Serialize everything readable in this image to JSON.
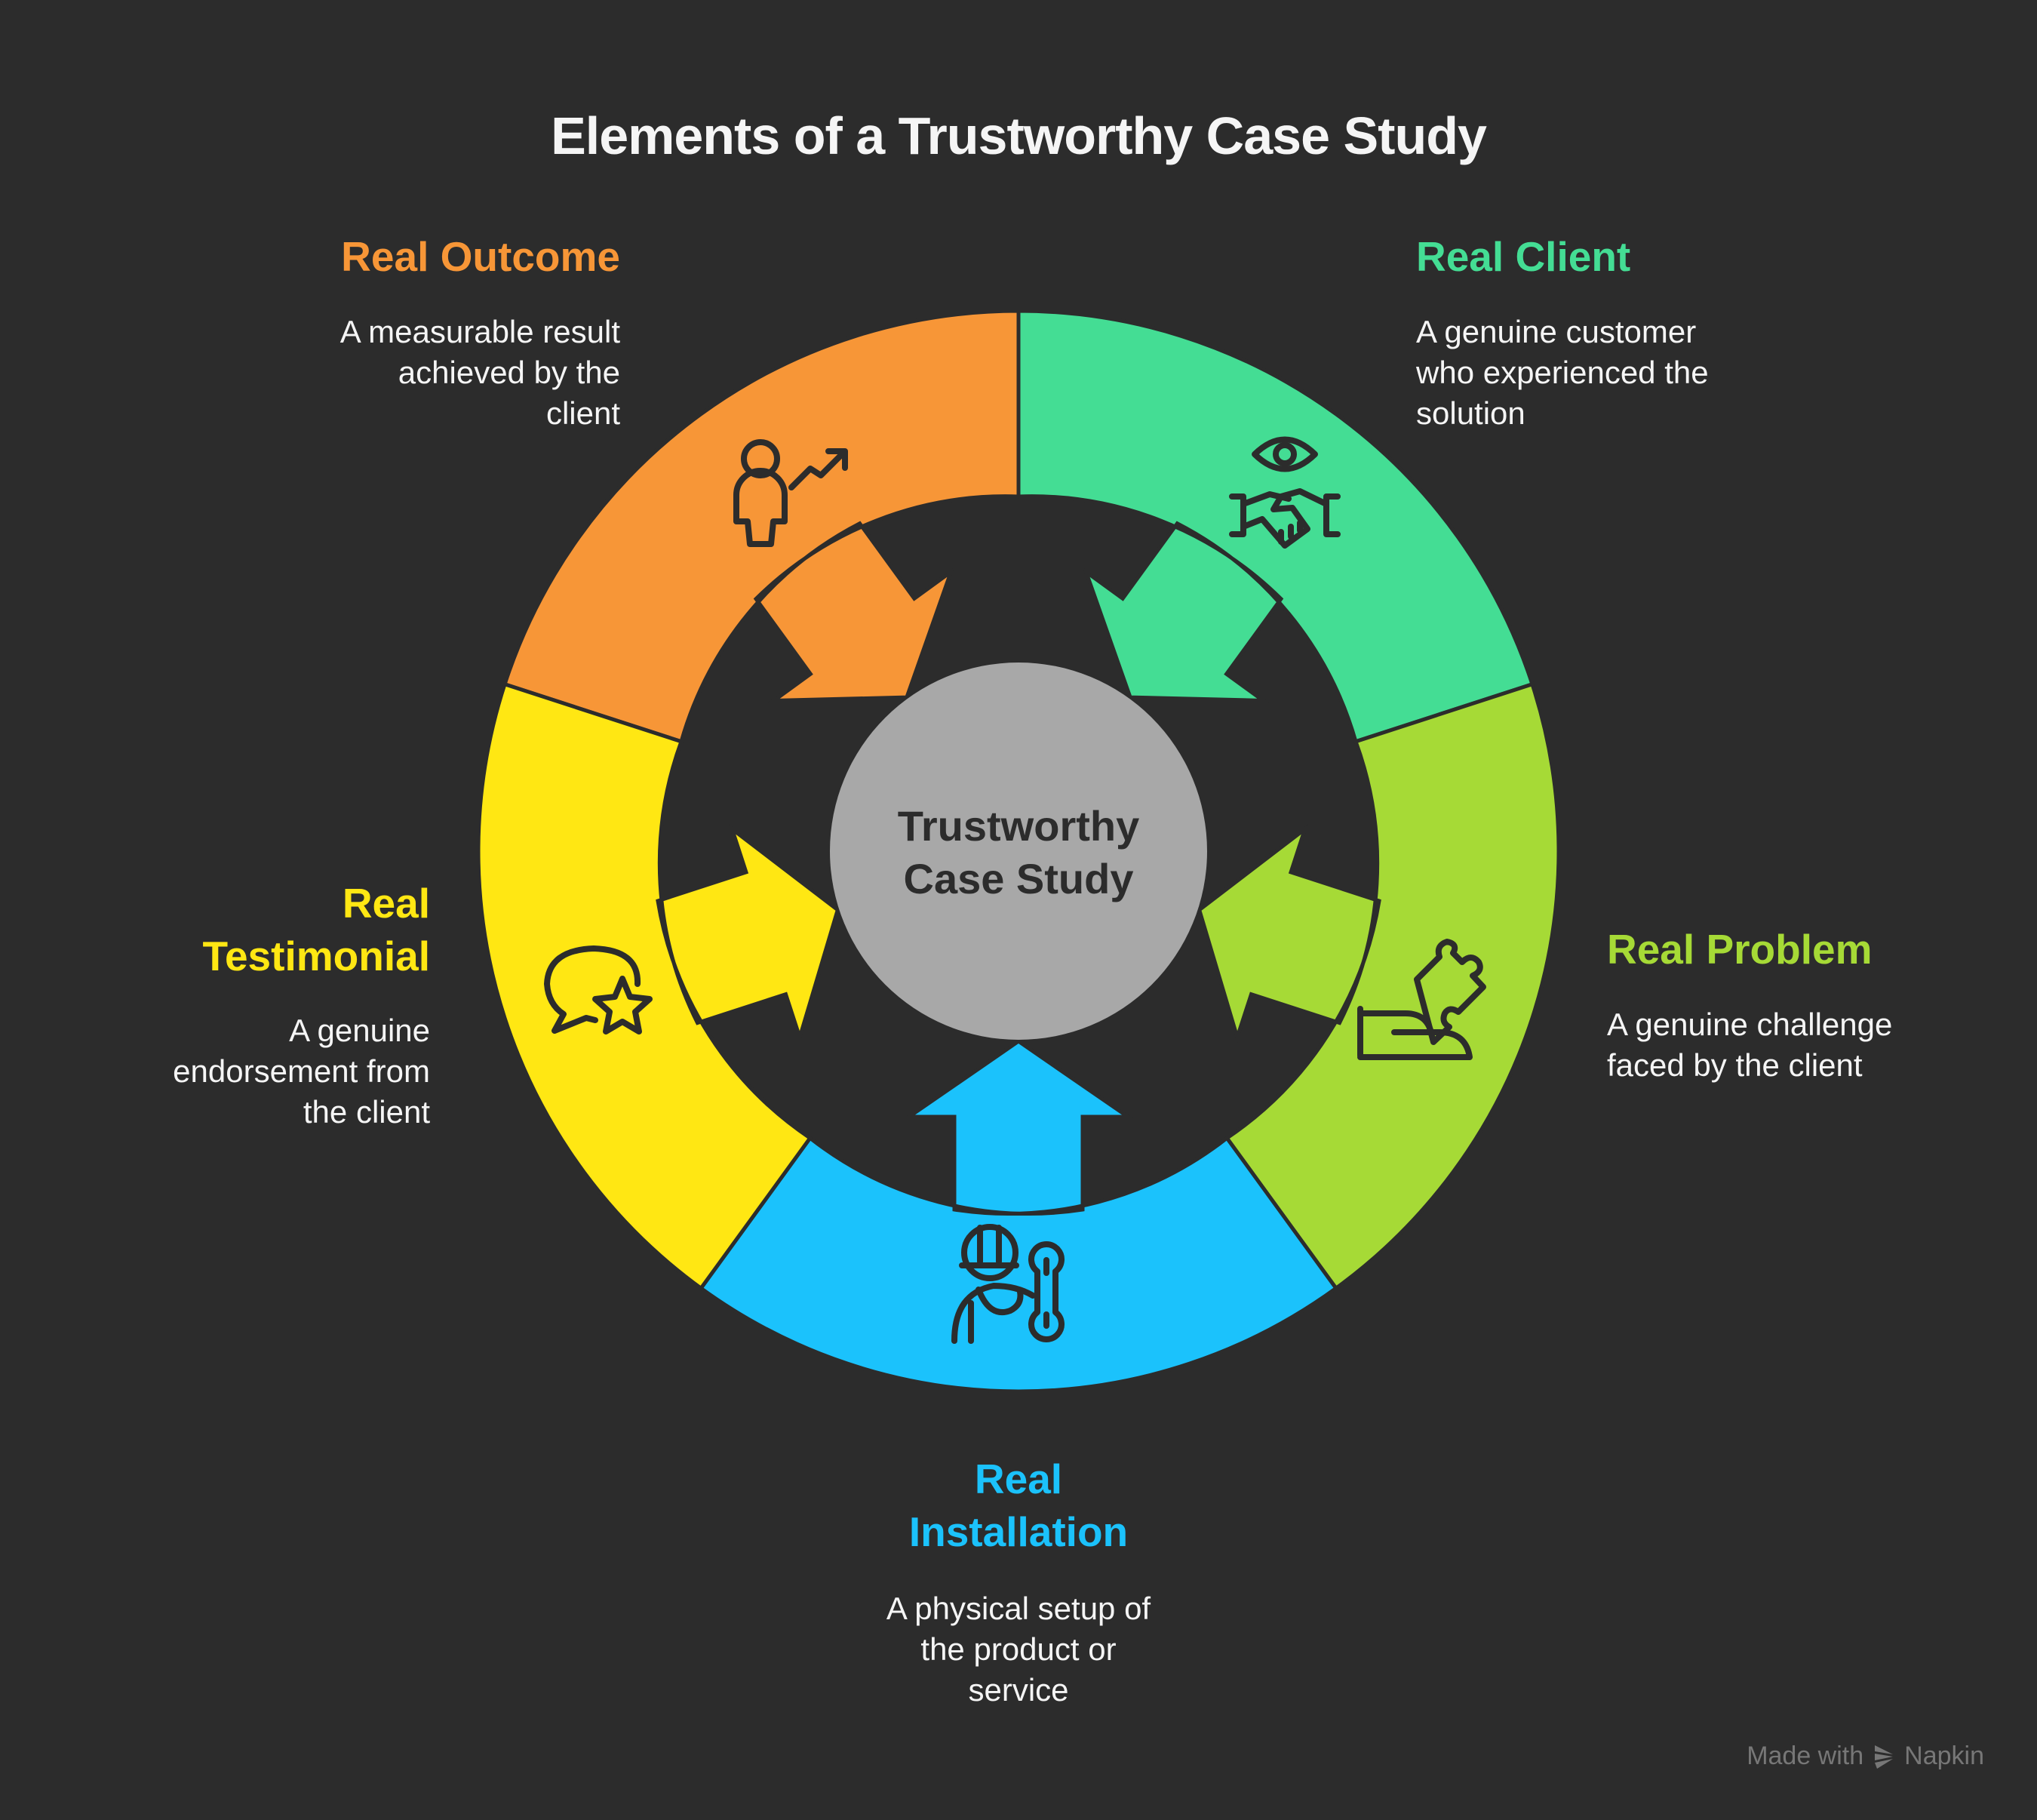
{
  "title": "Elements of a Trustworthy Case Study",
  "center": {
    "line1": "Trustworthy",
    "line2": "Case Study",
    "color": "#a8a8a8"
  },
  "segments": [
    {
      "id": "outcome",
      "title_lines": [
        "Real Outcome"
      ],
      "description_lines": [
        "A measurable result",
        "achieved by the",
        "client"
      ],
      "color": "#f79637",
      "icon": "person-growth-icon"
    },
    {
      "id": "client",
      "title_lines": [
        "Real Client"
      ],
      "description_lines": [
        "A genuine customer",
        "who experienced the",
        "solution"
      ],
      "color": "#44dd94",
      "icon": "eye-handshake-icon"
    },
    {
      "id": "problem",
      "title_lines": [
        "Real Problem"
      ],
      "description_lines": [
        "A genuine challenge",
        "faced by the client"
      ],
      "color": "#a6da36",
      "icon": "hand-puzzle-icon"
    },
    {
      "id": "installation",
      "title_lines": [
        "Real",
        "Installation"
      ],
      "description_lines": [
        "A physical setup of",
        "the product or",
        "service"
      ],
      "color": "#1bc2fc",
      "icon": "worker-wrench-icon"
    },
    {
      "id": "testimonial",
      "title_lines": [
        "Real",
        "Testimonial"
      ],
      "description_lines": [
        "A genuine",
        "endorsement from",
        "the client"
      ],
      "color": "#ffe713",
      "icon": "speech-star-icon"
    }
  ],
  "footer": {
    "made_with": "Made with",
    "brand": "Napkin"
  }
}
